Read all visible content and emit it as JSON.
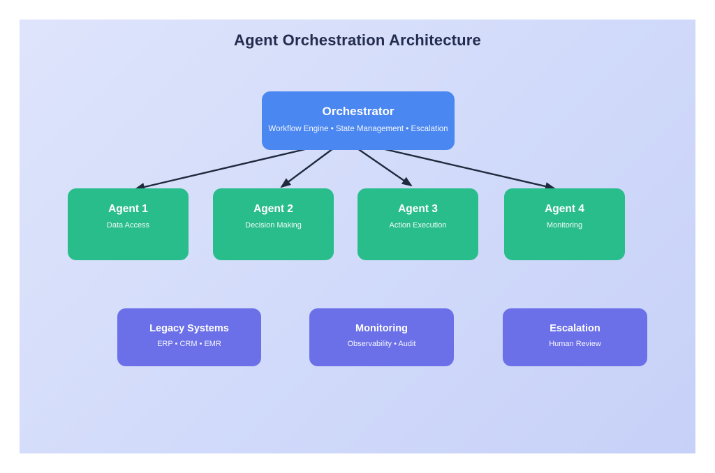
{
  "page": {
    "title": "Agent Orchestration Architecture"
  },
  "colors": {
    "canvas_gradient_start": "#dee4fb",
    "canvas_gradient_end": "#c7d1f8",
    "orchestrator_fill": "#4b87f0",
    "agent_fill": "#2abd8c",
    "system_fill": "#6b70e8",
    "arrow": "#1f2a3d",
    "title_text": "#232c4e",
    "node_text": "#ffffff"
  },
  "diagram": {
    "orchestrator": {
      "title": "Orchestrator",
      "subtitle": "Workflow Engine • State Management • Escalation"
    },
    "agents": [
      {
        "title": "Agent 1",
        "subtitle": "Data Access"
      },
      {
        "title": "Agent 2",
        "subtitle": "Decision Making"
      },
      {
        "title": "Agent 3",
        "subtitle": "Action Execution"
      },
      {
        "title": "Agent 4",
        "subtitle": "Monitoring"
      }
    ],
    "systems": [
      {
        "title": "Legacy Systems",
        "subtitle": "ERP • CRM • EMR"
      },
      {
        "title": "Monitoring",
        "subtitle": "Observability • Audit"
      },
      {
        "title": "Escalation",
        "subtitle": "Human Review"
      }
    ],
    "edges": [
      {
        "from": "orchestrator",
        "to": "agent-1"
      },
      {
        "from": "orchestrator",
        "to": "agent-2"
      },
      {
        "from": "orchestrator",
        "to": "agent-3"
      },
      {
        "from": "orchestrator",
        "to": "agent-4"
      }
    ]
  }
}
